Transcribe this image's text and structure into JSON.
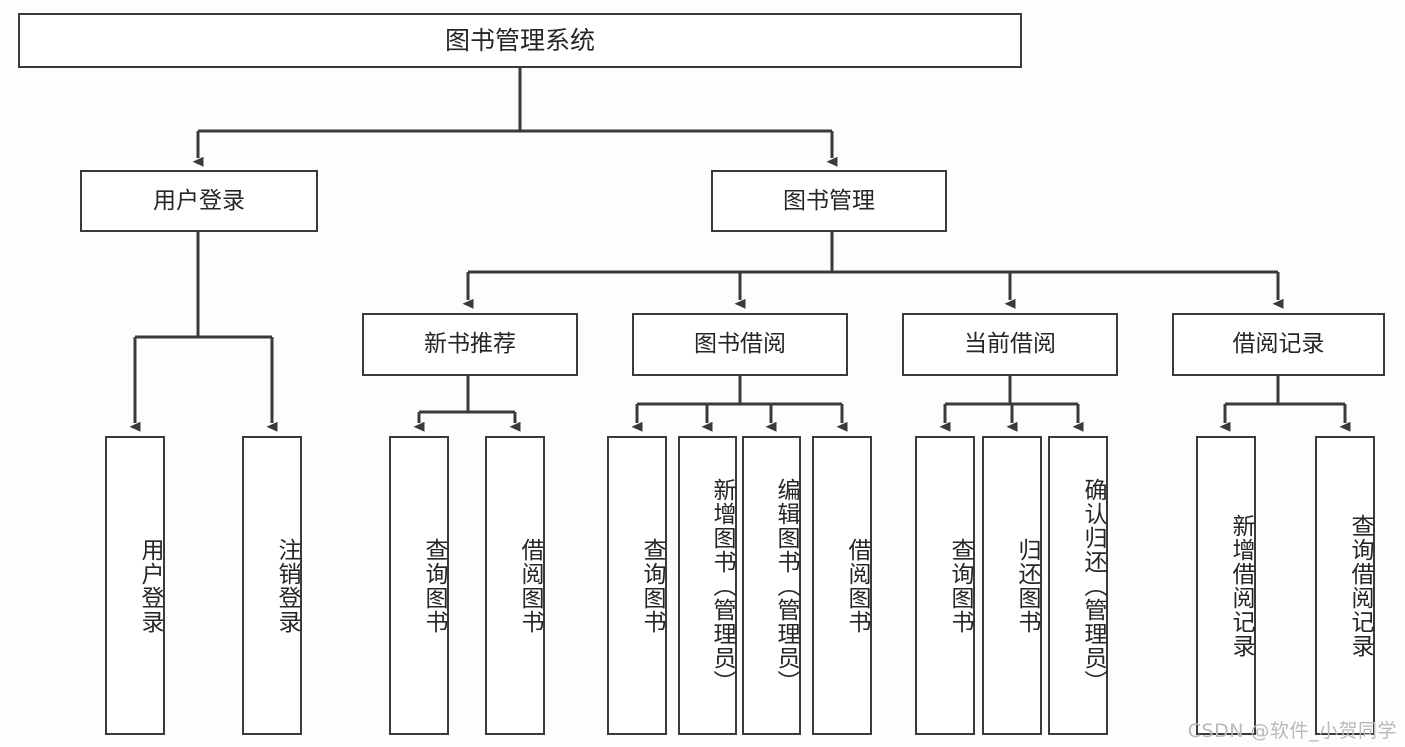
{
  "diagram": {
    "title": "图书管理系统",
    "type": "functional-structure-tree",
    "colors": {
      "background": "#fdfdfd",
      "box_fill": "#ffffff",
      "line": "#3a3a3a",
      "text": "#262626",
      "watermark": "#b9b9b9"
    },
    "root": {
      "label": "图书管理系统"
    },
    "level2": [
      {
        "label": "用户登录"
      },
      {
        "label": "图书管理"
      }
    ],
    "level3": [
      {
        "label": "新书推荐"
      },
      {
        "label": "图书借阅"
      },
      {
        "label": "当前借阅"
      },
      {
        "label": "借阅记录"
      }
    ],
    "leaves": {
      "user_login": [
        {
          "label": "用户登录"
        },
        {
          "label": "注销登录"
        }
      ],
      "new_book_recommend": [
        {
          "label": "查询图书"
        },
        {
          "label": "借阅图书"
        }
      ],
      "book_borrow": [
        {
          "label": "查询图书"
        },
        {
          "label": "新增图书（管理员）"
        },
        {
          "label": "编辑图书（管理员）"
        },
        {
          "label": "借阅图书"
        }
      ],
      "current_borrow": [
        {
          "label": "查询图书"
        },
        {
          "label": "归还图书"
        },
        {
          "label": "确认归还（管理员）"
        }
      ],
      "borrow_record": [
        {
          "label": "新增借阅记录"
        },
        {
          "label": "查询借阅记录"
        }
      ]
    }
  },
  "watermark": {
    "text": "CSDN @软件_小贺同学"
  }
}
